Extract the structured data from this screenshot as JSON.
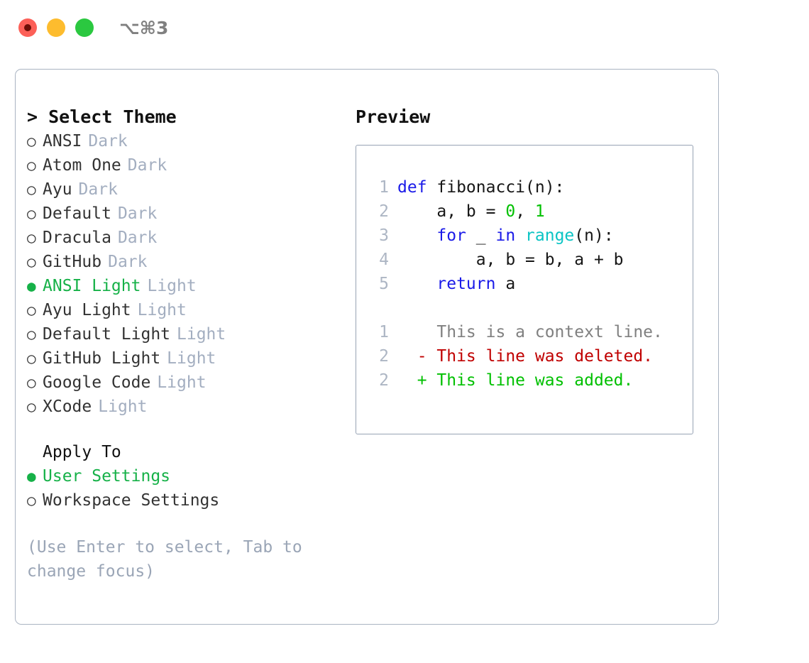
{
  "titlebar": {
    "shortcut": "⌥⌘3",
    "dots": [
      {
        "name": "close-button",
        "color": "#fc6058"
      },
      {
        "name": "minimize-button",
        "color": "#fdbc2e"
      },
      {
        "name": "maximize-button",
        "color": "#2bc840"
      }
    ]
  },
  "theme_panel": {
    "title": "> Select Theme",
    "options": [
      {
        "bullet": "○",
        "name": "ANSI",
        "variant": "Dark",
        "selected": false
      },
      {
        "bullet": "○",
        "name": "Atom One",
        "variant": "Dark",
        "selected": false
      },
      {
        "bullet": "○",
        "name": "Ayu",
        "variant": "Dark",
        "selected": false
      },
      {
        "bullet": "○",
        "name": "Default",
        "variant": "Dark",
        "selected": false
      },
      {
        "bullet": "○",
        "name": "Dracula",
        "variant": "Dark",
        "selected": false
      },
      {
        "bullet": "○",
        "name": "GitHub",
        "variant": "Dark",
        "selected": false
      },
      {
        "bullet": "●",
        "name": "ANSI Light",
        "variant": "Light",
        "selected": true
      },
      {
        "bullet": "○",
        "name": "Ayu Light",
        "variant": "Light",
        "selected": false
      },
      {
        "bullet": "○",
        "name": "Default Light",
        "variant": "Light",
        "selected": false
      },
      {
        "bullet": "○",
        "name": "GitHub Light",
        "variant": "Light",
        "selected": false
      },
      {
        "bullet": "○",
        "name": "Google Code",
        "variant": "Light",
        "selected": false
      },
      {
        "bullet": "○",
        "name": "XCode",
        "variant": "Light",
        "selected": false
      }
    ]
  },
  "apply_to": {
    "title": "Apply To",
    "options": [
      {
        "bullet": "●",
        "label": "User Settings",
        "selected": true
      },
      {
        "bullet": "○",
        "label": "Workspace Settings",
        "selected": false
      }
    ]
  },
  "hint": "(Use Enter to select, Tab to change focus)",
  "preview": {
    "title": "Preview",
    "code_lines": [
      {
        "num": "1",
        "tokens": [
          {
            "t": "def ",
            "c": "kw"
          },
          {
            "t": "fibonacci(n):",
            "c": "txt"
          }
        ]
      },
      {
        "num": "2",
        "tokens": [
          {
            "t": "    a, b = ",
            "c": "txt"
          },
          {
            "t": "0",
            "c": "num"
          },
          {
            "t": ", ",
            "c": "txt"
          },
          {
            "t": "1",
            "c": "num"
          }
        ]
      },
      {
        "num": "3",
        "tokens": [
          {
            "t": "    ",
            "c": "txt"
          },
          {
            "t": "for",
            "c": "kw"
          },
          {
            "t": " _ ",
            "c": "txt"
          },
          {
            "t": "in",
            "c": "kw"
          },
          {
            "t": " ",
            "c": "txt"
          },
          {
            "t": "range",
            "c": "fn"
          },
          {
            "t": "(n):",
            "c": "txt"
          }
        ]
      },
      {
        "num": "4",
        "tokens": [
          {
            "t": "        a, b = b, a + b",
            "c": "txt"
          }
        ]
      },
      {
        "num": "5",
        "tokens": [
          {
            "t": "    ",
            "c": "txt"
          },
          {
            "t": "return",
            "c": "kw"
          },
          {
            "t": " a",
            "c": "txt"
          }
        ]
      }
    ],
    "diff_lines": [
      {
        "num": "1",
        "marker": "  ",
        "text": "This is a context line.",
        "kind": "ctx"
      },
      {
        "num": "2",
        "marker": "- ",
        "text": "This line was deleted.",
        "kind": "del"
      },
      {
        "num": "2",
        "marker": "+ ",
        "text": "This line was added.",
        "kind": "add"
      }
    ]
  },
  "colors": {
    "accent_green": "#16b148",
    "keyword_blue": "#1a1ae8",
    "number_green": "#00c000",
    "builtin_cyan": "#0bc4c4",
    "diff_delete_red": "#c00000",
    "diff_add_green": "#00c000",
    "muted_gray": "#a3aec0",
    "border_gray": "#aab4c2"
  }
}
